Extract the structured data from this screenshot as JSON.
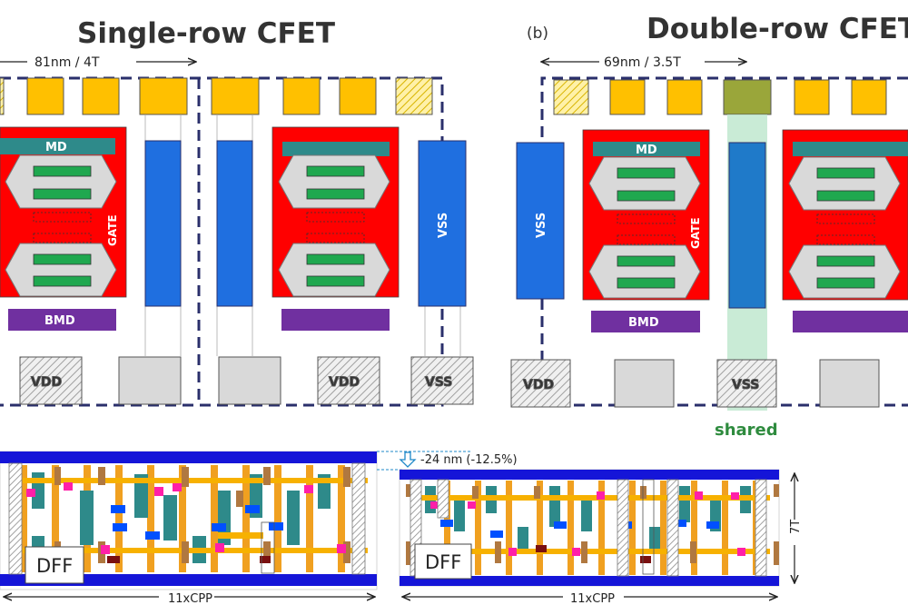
{
  "left_panel": {
    "title": "Single-row CFET",
    "width_label": "81nm / 4T",
    "md_label": "MD",
    "gate_label": "GATE",
    "bmd_label": "BMD",
    "vss_label": "VSS",
    "pins": [
      "VDD",
      "VDD",
      "VSS"
    ]
  },
  "right_panel": {
    "panel_letter": "(b)",
    "title": "Double-row CFET",
    "width_label": "69nm / 3.5T",
    "md_label": "MD",
    "gate_label": "GATE",
    "bmd_label": "BMD",
    "vss_label": "VSS",
    "pins": [
      "VDD",
      "VSS"
    ],
    "shared_label": "shared"
  },
  "bottom": {
    "left_dff": "DFF",
    "right_dff": "DFF",
    "left_cpp": "11xCPP",
    "right_cpp": "11xCPP",
    "reduction_label": "-24 nm (-12.5%)",
    "height_label": "7T"
  },
  "colors": {
    "pad": "#ffc000",
    "red": "#ff0000",
    "teal": "#2e8a8a",
    "green": "#1fa84f",
    "blue": "#1f6fe0",
    "purple": "#7030a0",
    "navy": "#2a2f6b",
    "shared_green": "#2e8b3e"
  },
  "icons": [
    "arrow-left-icon",
    "arrow-right-icon",
    "arrow-down-icon"
  ]
}
